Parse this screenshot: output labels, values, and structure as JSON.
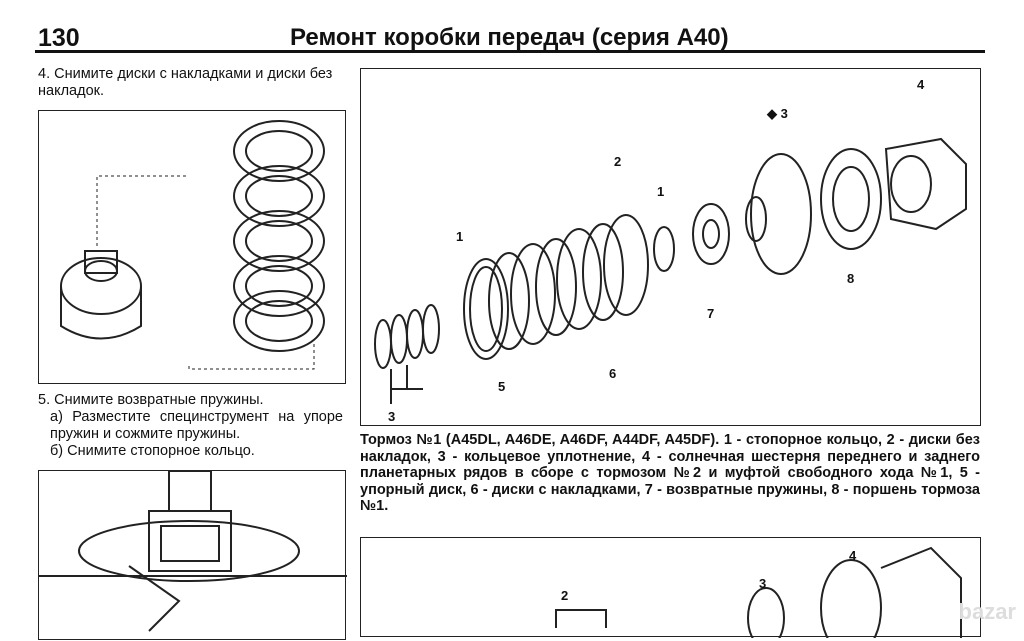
{
  "header": {
    "page_number": "130",
    "title": "Ремонт коробки передач (серия A40)"
  },
  "step4": {
    "text": "4. Снимите диски с накладками и диски без накладок."
  },
  "step5": {
    "title": "5. Снимите возвратные пружины.",
    "a": "а) Разместите специнструмент на упоре пружин и сожмите пружины.",
    "b": "б) Снимите стопорное кольцо."
  },
  "diagram": {
    "labels": [
      "1",
      "2",
      "◆ 3",
      "4",
      "1",
      "5",
      "6",
      "7",
      "8",
      "3"
    ]
  },
  "caption": "Тормоз №1 (A45DL, A46DE, A46DF, A44DF, A45DF). 1 - стопорное кольцо, 2 - диски без накладок, 3 - кольцевое уплотнение, 4 - солнечная шестерня переднего и заднего планетарных рядов в сборе с тормозом №2 и муфтой свободного хода №1, 5 - упорный диск, 6 - диски с накладками, 7 - возвратные пружины, 8 - поршень тормоза №1.",
  "bottom_diagram": {
    "labels": [
      "2",
      "3",
      "4"
    ]
  },
  "watermark": "bazar"
}
